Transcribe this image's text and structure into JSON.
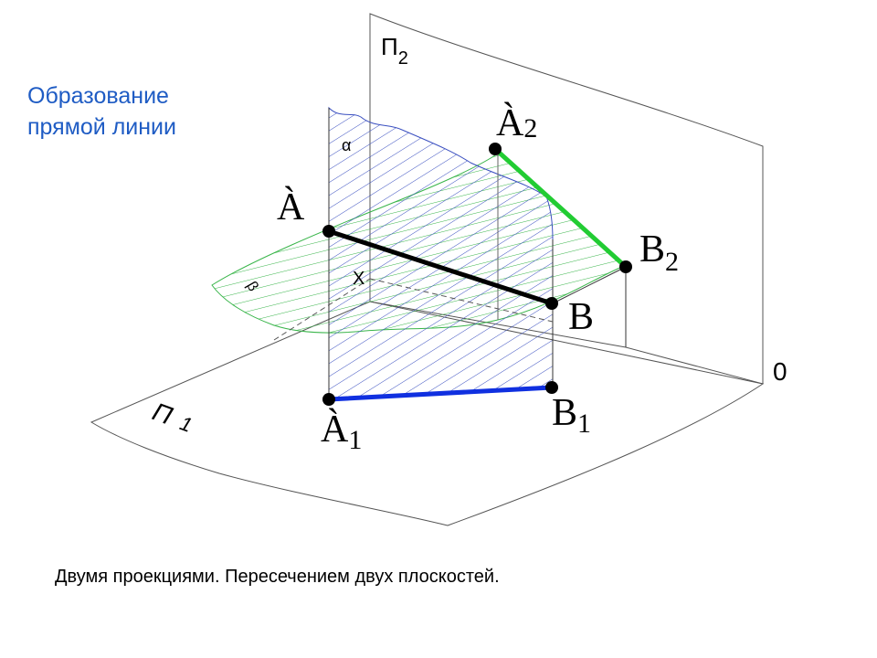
{
  "title": {
    "line1": "Образование",
    "line2": "прямой линии"
  },
  "caption": "Двумя проекциями. Пересечением двух плоскостей.",
  "labels": {
    "plane_frontal": {
      "main": "П",
      "sub": "2"
    },
    "plane_horizontal": {
      "main": "П",
      "sub": "1"
    },
    "plane_alpha": "α",
    "plane_beta": "β",
    "axis_x": "X",
    "origin": "0",
    "point_A": {
      "main": "À",
      "sub": ""
    },
    "point_B": {
      "main": "B",
      "sub": ""
    },
    "point_A1": {
      "main": "À",
      "sub": "1"
    },
    "point_B1": {
      "main": "B",
      "sub": "1"
    },
    "point_A2": {
      "main": "À",
      "sub": "2"
    },
    "point_B2": {
      "main": "B",
      "sub": "2"
    }
  },
  "colors": {
    "title": "#1f5cc4",
    "segment_AB": "#000000",
    "segment_A1B1": "#1030e0",
    "segment_A2B2": "#22cc33",
    "alpha_hatch": "#3a4fc0",
    "beta_hatch": "#39b54a"
  }
}
